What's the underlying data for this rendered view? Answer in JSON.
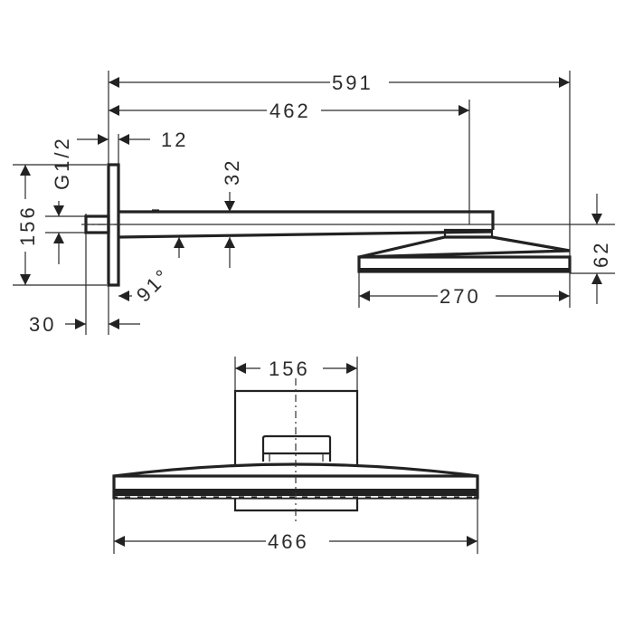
{
  "drawing": {
    "views": [
      "side-view",
      "front-view"
    ],
    "line_color": "#222222",
    "background": "#ffffff"
  },
  "dimensions": {
    "overall_length": "591",
    "arm_length": "462",
    "plate_thickness": "12",
    "thread": "G1/2",
    "plate_height_side": "156",
    "arm_height": "32",
    "angle": "91°",
    "head_height": "62",
    "head_depth": "270",
    "nipple_length": "30",
    "plate_width_front": "156",
    "head_width": "466"
  }
}
